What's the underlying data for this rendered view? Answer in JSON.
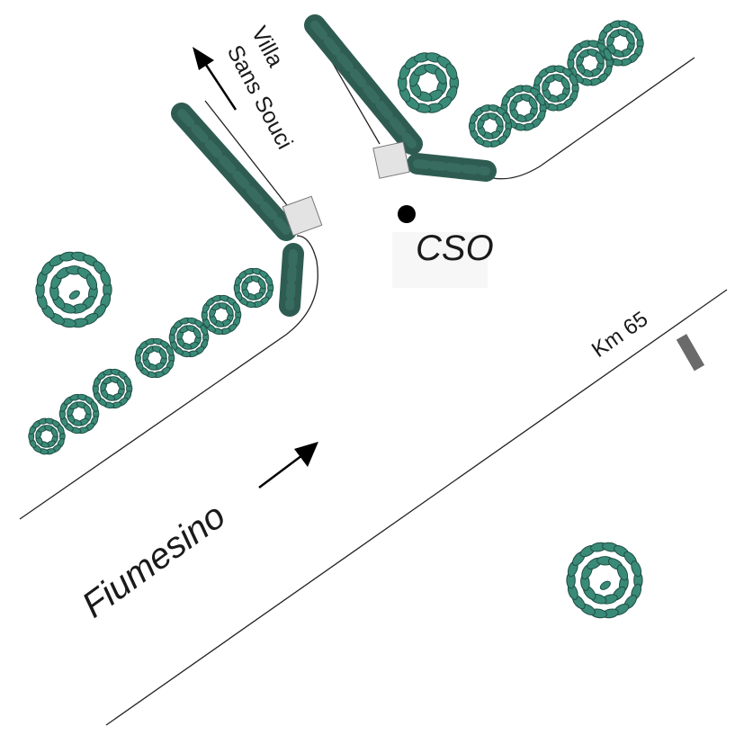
{
  "map": {
    "labels": {
      "villa_line1": "Villa",
      "villa_line2": "Sans Souci",
      "cso": "CSO",
      "km": "Km 65",
      "fiumesino": "Fiumesino"
    },
    "colors": {
      "hedge": "#2f5c52",
      "hedge_highlight": "#3f7a6b",
      "leaf_fill": "#3a8a78",
      "leaf_stroke": "#1f4f45",
      "road_line": "#222222",
      "gate": "#e3e3e3",
      "gate_stroke": "#777777",
      "km_marker": "#6a6a6a",
      "cso_point": "#000000",
      "label_box": "#f7f7f7"
    },
    "icons": {
      "cso": "filled-circle-point",
      "km": "kilometer-marker-post",
      "trees": "round-shrub-icon",
      "direction": "arrow-icon"
    }
  }
}
